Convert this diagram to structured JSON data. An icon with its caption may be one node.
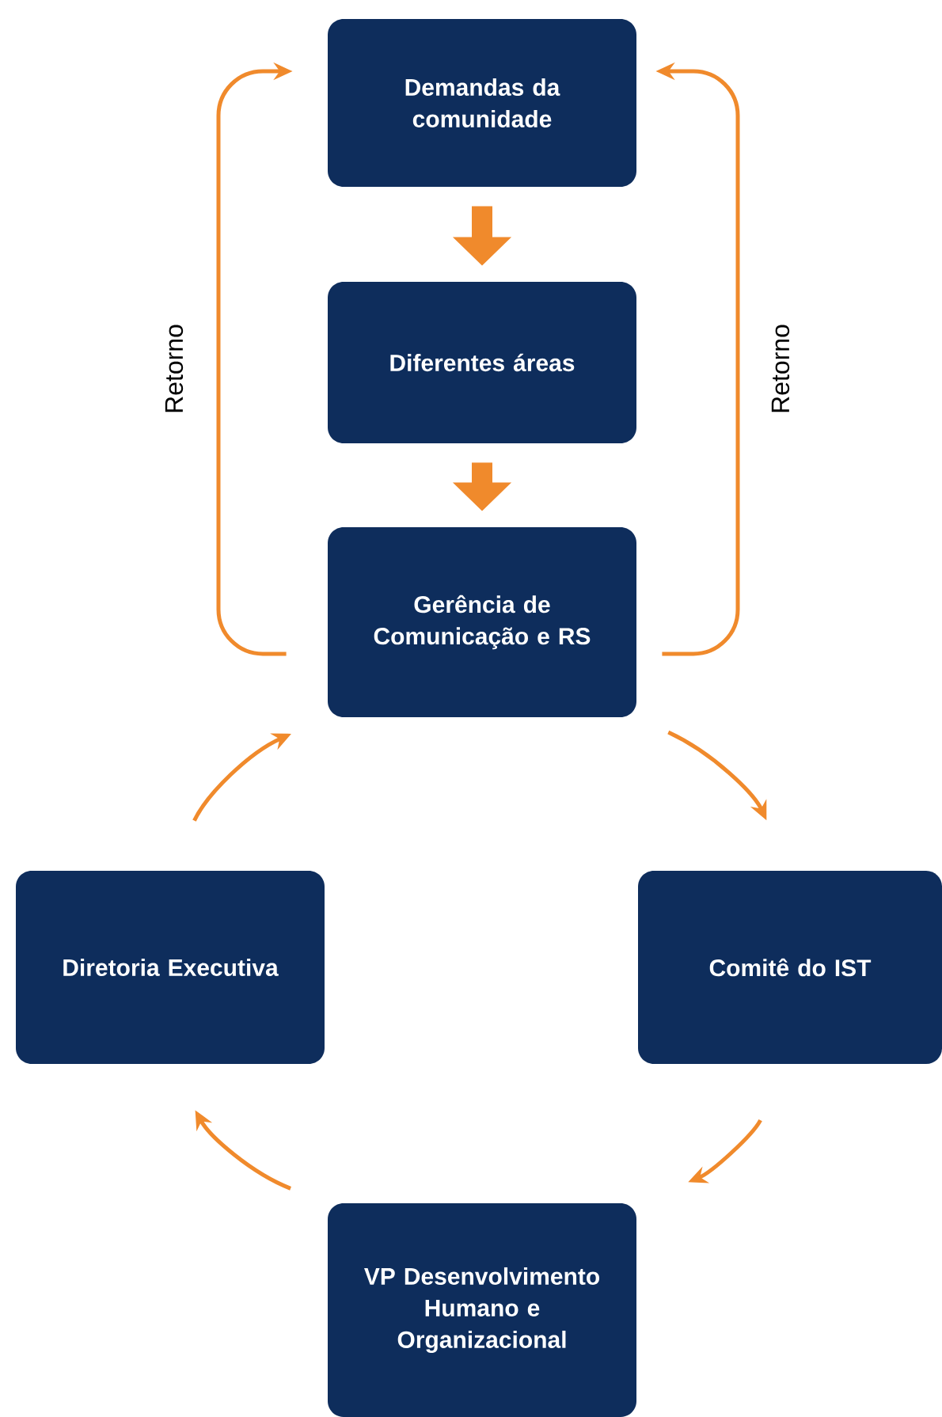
{
  "diagram": {
    "nodes": [
      {
        "text": [
          "Demandas da comunidade"
        ]
      },
      {
        "text": [
          "Diferentes áreas"
        ]
      },
      {
        "text": [
          "Gerência de Comunicação e RS"
        ]
      },
      {
        "text": [
          "Comitê do IST"
        ]
      },
      {
        "text": [
          "VP Desenvolvimento Humano e Organizacional"
        ]
      },
      {
        "text": [
          "Diretoria Executiva"
        ]
      }
    ],
    "edges": [
      {
        "from": 0,
        "to": 1,
        "arrow": "to",
        "style": "thick"
      },
      {
        "from": 1,
        "to": 2,
        "arrow": "to",
        "style": "thick"
      },
      {
        "from": 2,
        "to": 0,
        "arrow": "to",
        "label": "Retorno"
      },
      {
        "from": 2,
        "to": 0,
        "arrow": "to",
        "label": "Retorno"
      },
      {
        "from": 2,
        "to": 3,
        "arrow": "to"
      },
      {
        "from": 3,
        "to": 4,
        "arrow": "to"
      },
      {
        "from": 4,
        "to": 5,
        "arrow": "to"
      },
      {
        "from": 5,
        "to": 2,
        "arrow": "to"
      }
    ]
  }
}
